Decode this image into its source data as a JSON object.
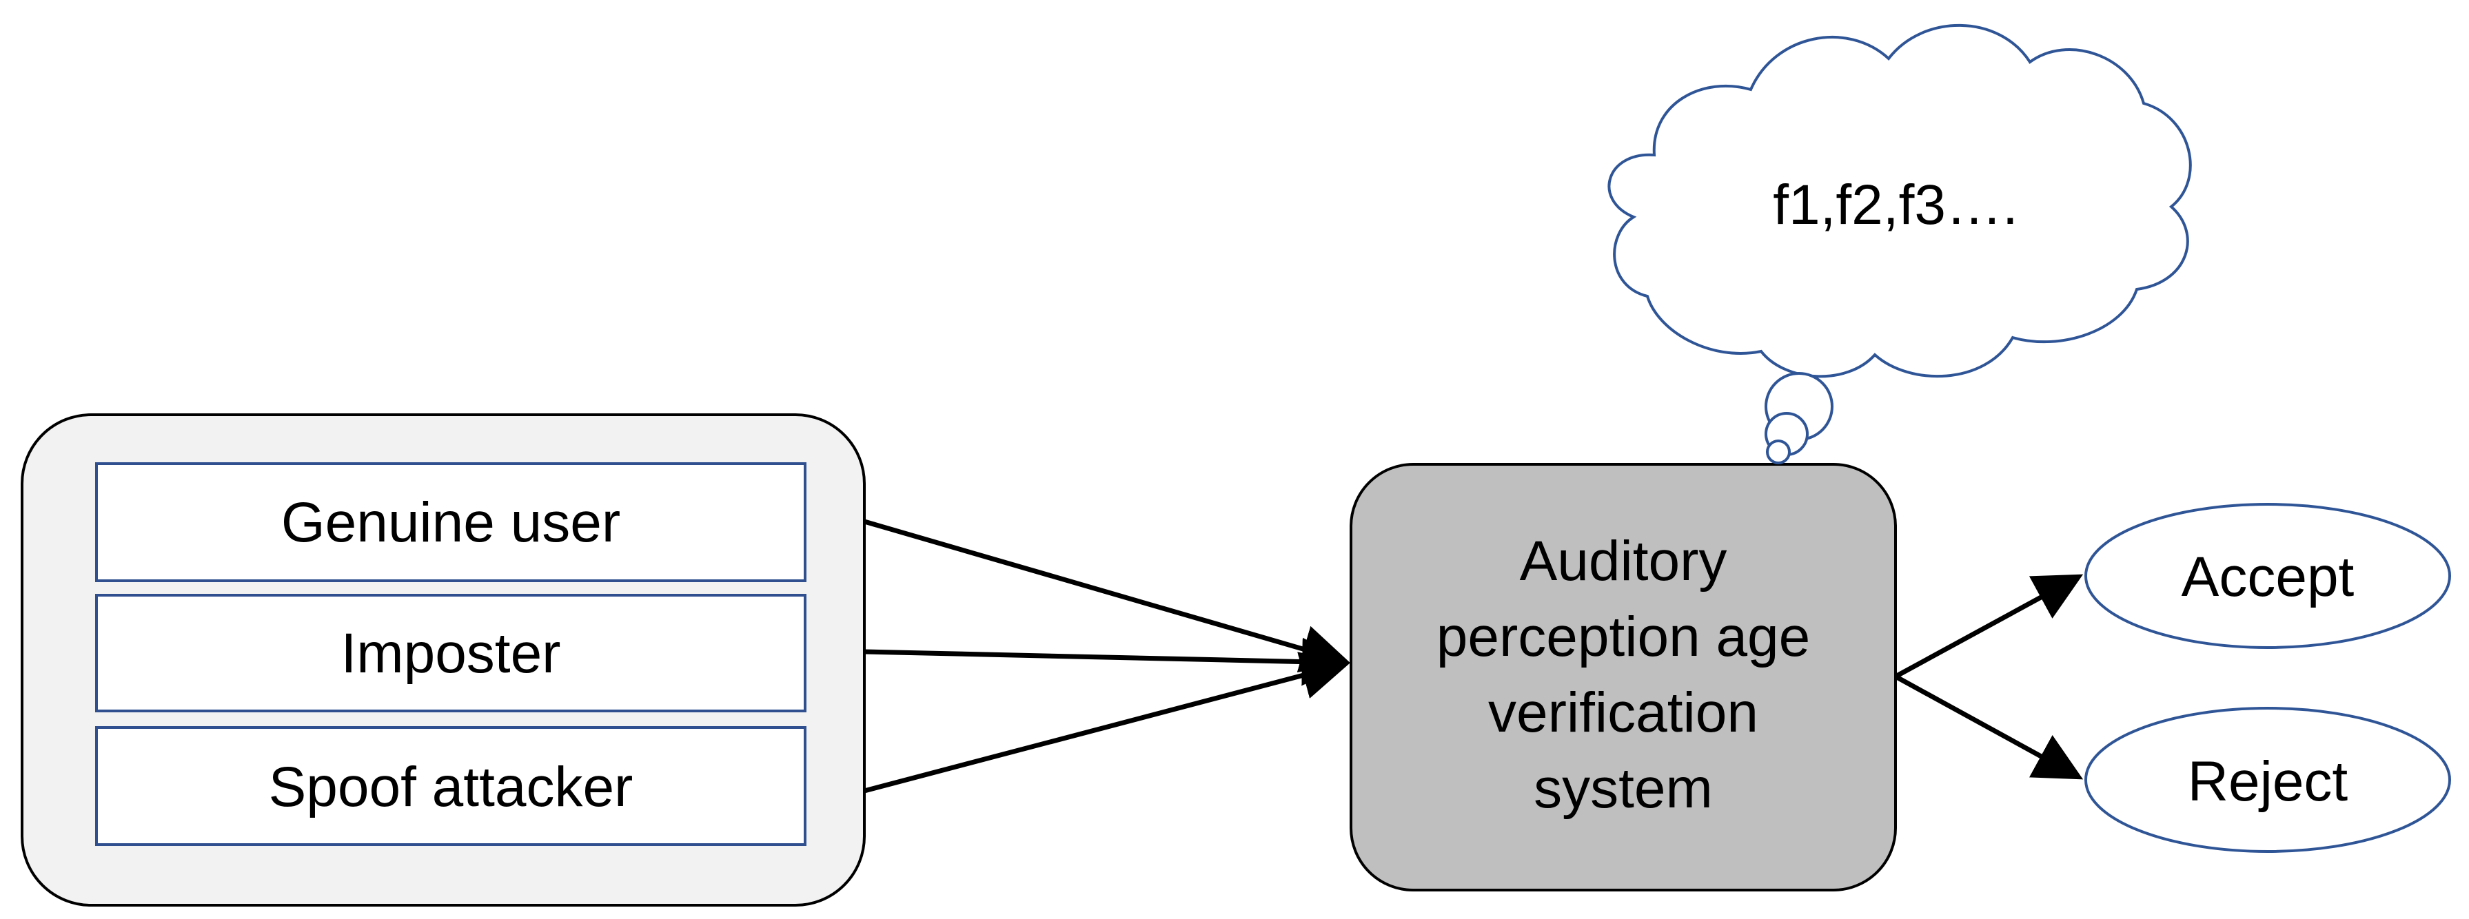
{
  "sources": {
    "items": [
      {
        "label": "Genuine user"
      },
      {
        "label": "Imposter"
      },
      {
        "label": "Spoof attacker"
      }
    ]
  },
  "system": {
    "lines": [
      "Auditory",
      "perception age",
      "verification",
      "system"
    ]
  },
  "thought": {
    "text": "f1,f2,f3…."
  },
  "outcomes": {
    "accept": "Accept",
    "reject": "Reject"
  },
  "colors": {
    "outer_box_fill": "#f2f2f2",
    "item_border": "#2f4f8f",
    "system_fill": "#bfbfbf",
    "cloud_stroke": "#2f5597",
    "ellipse_stroke": "#2f5597",
    "arrow": "#000000"
  }
}
